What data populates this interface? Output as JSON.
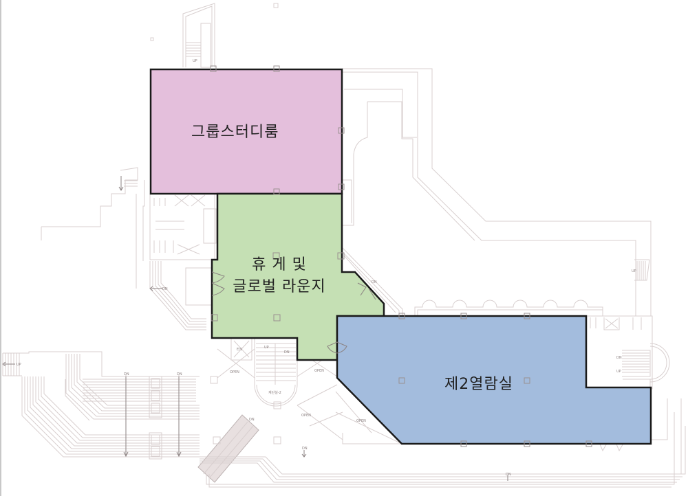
{
  "plan": {
    "rooms": [
      {
        "id": "group-study-room",
        "label": "그룹스터디룸",
        "color": "#e4bfdc"
      },
      {
        "id": "lounge",
        "label_line1": "휴 게  및",
        "label_line2": "글로벌 라운지",
        "color": "#c5e0b4"
      },
      {
        "id": "reading-room-2",
        "label": "제2열람실",
        "color": "#a3bcdd"
      }
    ],
    "annotations": {
      "stair_room": "계단실-2",
      "open_1": "OPEN",
      "open_2": "OPEN",
      "open_3": "OPEN",
      "open_4": "OPEN",
      "dn": "DN",
      "up": "UP",
      "elevator": "E/V"
    },
    "colors": {
      "wall_outline": "#1a1a1a",
      "line_work": "#d6cccc",
      "background": "#ffffff"
    }
  }
}
